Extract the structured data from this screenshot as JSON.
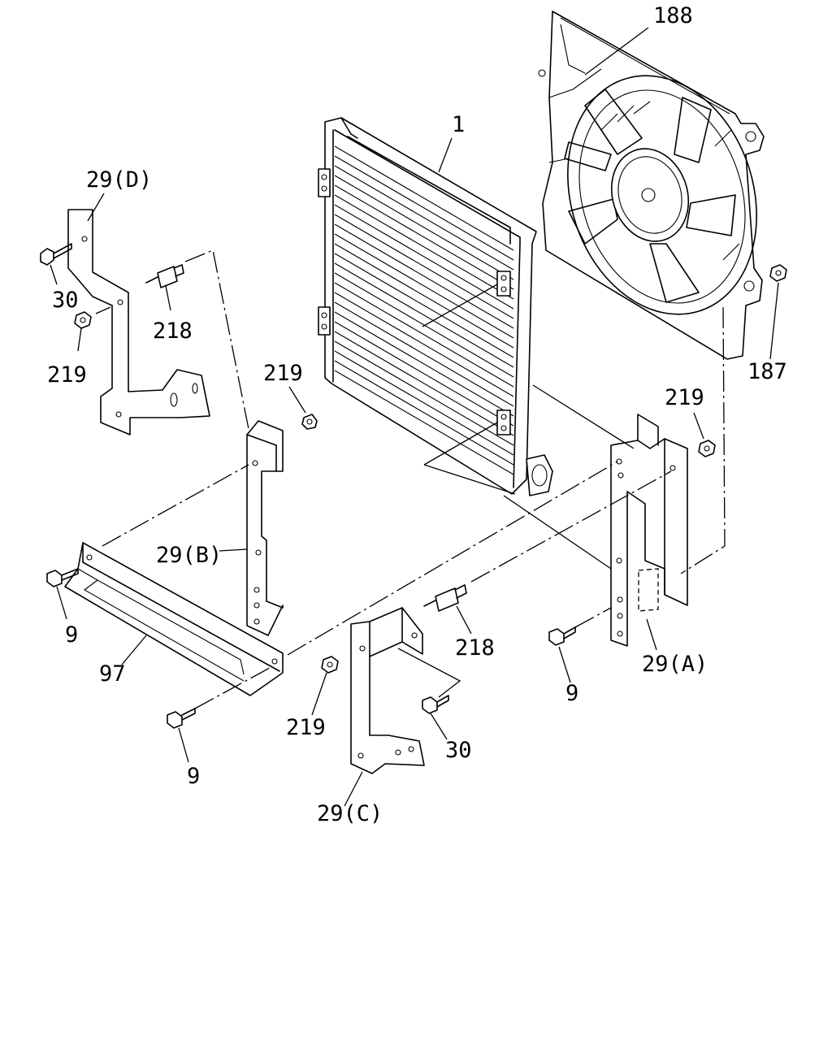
{
  "labels": {
    "fan": "188",
    "condenser": "1",
    "bracket_d": "29(D)",
    "bolt_30_top": "30",
    "stud_218_top": "218",
    "nut_219_left": "219",
    "nut_219_mid": "219",
    "nut_187": "187",
    "nut_219_right": "219",
    "bracket_b": "29(B)",
    "bolt_9_left": "9",
    "rail_97": "97",
    "bolt_9_bottom": "9",
    "stud_218_bottom": "218",
    "bracket_a": "29(A)",
    "bolt_9_right": "9",
    "nut_219_bottom": "219",
    "bolt_30_bottom": "30",
    "bracket_c": "29(C)"
  }
}
